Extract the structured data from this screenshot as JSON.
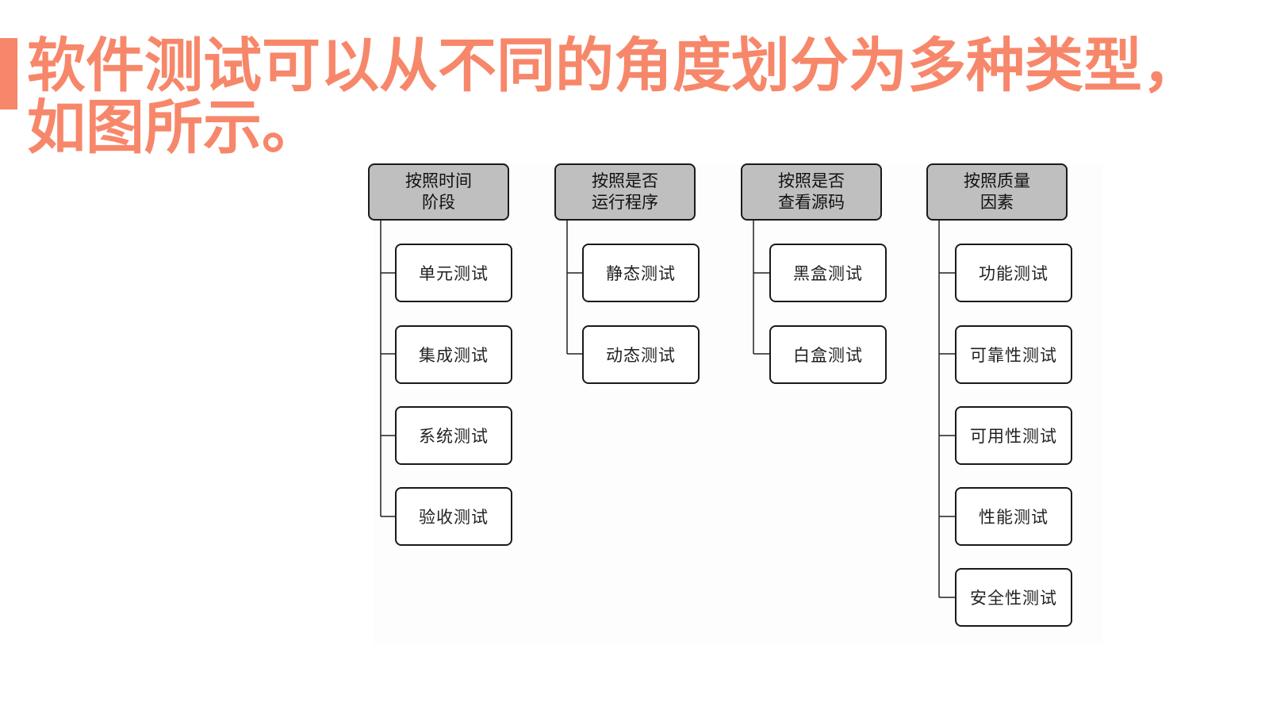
{
  "slide": {
    "title_line1": "软件测试可以从不同的角度划分为多种类型，",
    "title_line2": "如图所示。",
    "accent_color": "#F7876A"
  },
  "diagram": {
    "groups": [
      {
        "heading": "按照时间\n阶段",
        "items": [
          "单元测试",
          "集成测试",
          "系统测试",
          "验收测试"
        ]
      },
      {
        "heading": "按照是否\n运行程序",
        "items": [
          "静态测试",
          "动态测试"
        ]
      },
      {
        "heading": "按照是否\n查看源码",
        "items": [
          "黑盒测试",
          "白盒测试"
        ]
      },
      {
        "heading": "按照质量\n因素",
        "items": [
          "功能测试",
          "可靠性测试",
          "可用性测试",
          "性能测试",
          "安全性测试"
        ]
      }
    ]
  }
}
